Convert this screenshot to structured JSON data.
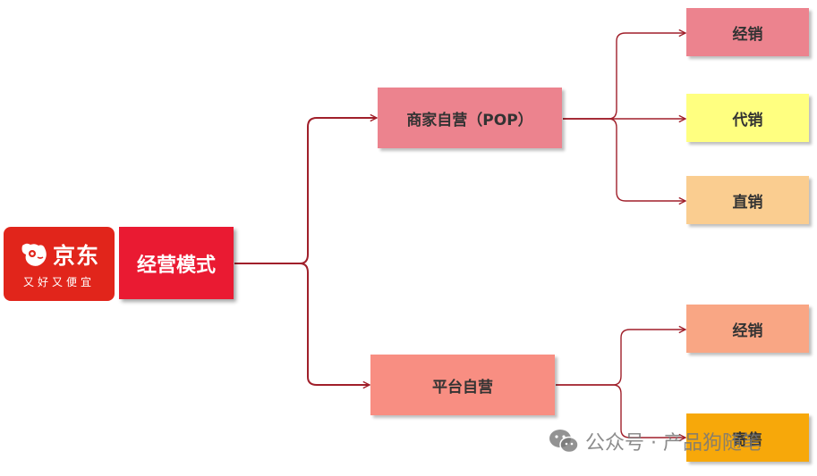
{
  "logo": {
    "name": "京东",
    "slogan": "又好又便宜",
    "bg_color": "#e1251b"
  },
  "root": {
    "label": "经营模式",
    "color": "#ea1a32"
  },
  "branches": [
    {
      "label": "商家自营（POP）",
      "color": "#ec838e",
      "children": [
        {
          "label": "经销",
          "color": "#ec838e"
        },
        {
          "label": "代销",
          "color": "#ffff80"
        },
        {
          "label": "直销",
          "color": "#facd90"
        }
      ]
    },
    {
      "label": "平台自营",
      "color": "#f88e82",
      "children": [
        {
          "label": "经销",
          "color": "#f9a684"
        },
        {
          "label": "寄售",
          "color": "#f7a80a"
        }
      ]
    }
  ],
  "connector_color": "#a01f2a",
  "watermark": {
    "text": "公众号 · 产品狗随笔",
    "icon": "wechat-icon"
  }
}
